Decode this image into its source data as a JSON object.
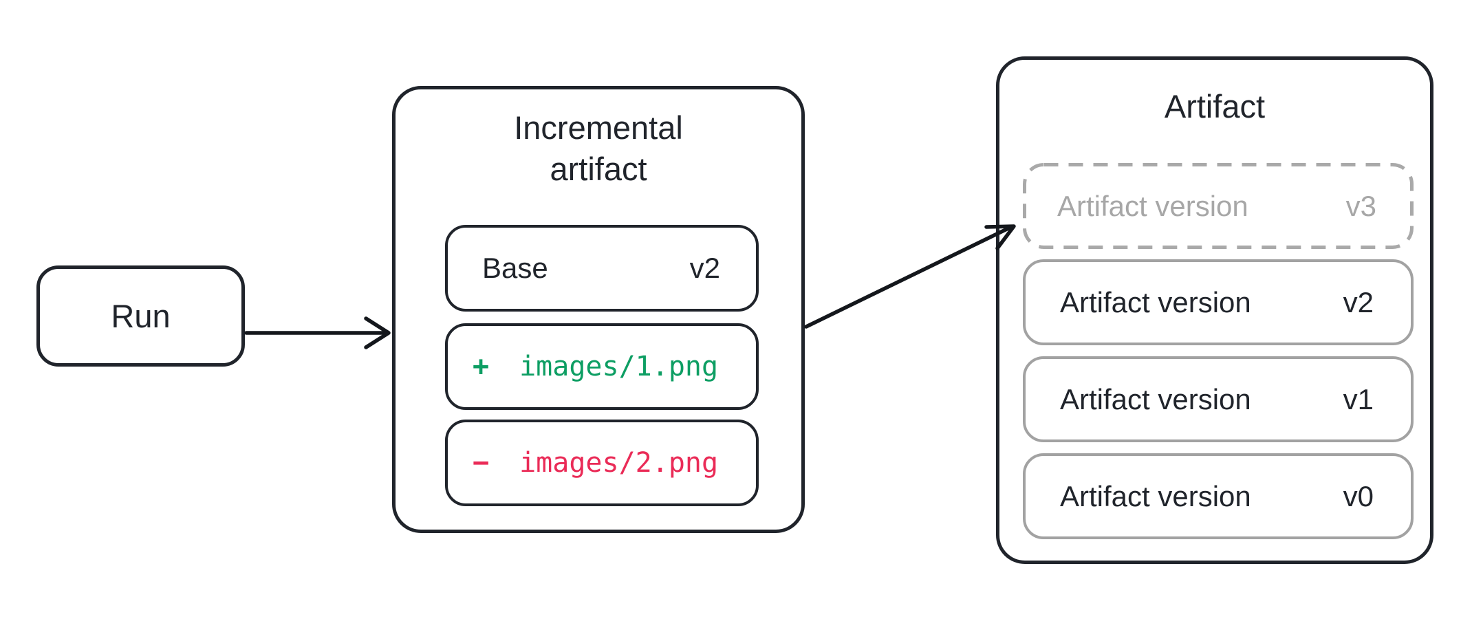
{
  "diagram": {
    "run": {
      "label": "Run"
    },
    "incremental": {
      "title_line1": "Incremental",
      "title_line2": "artifact",
      "base": {
        "label": "Base",
        "version": "v2"
      },
      "added": {
        "sign": "+",
        "path": "images/1.png"
      },
      "removed": {
        "sign": "−",
        "path": "images/2.png"
      }
    },
    "artifact": {
      "title": "Artifact",
      "versions": [
        {
          "label": "Artifact version",
          "version": "v3",
          "state": "pending-dashed"
        },
        {
          "label": "Artifact version",
          "version": "v2",
          "state": "committed"
        },
        {
          "label": "Artifact version",
          "version": "v1",
          "state": "committed"
        },
        {
          "label": "Artifact version",
          "version": "v0",
          "state": "committed"
        }
      ]
    },
    "colors": {
      "stroke_dark": "#20242b",
      "stroke_gray": "#a2a2a2",
      "muted_text": "#a7a7a7",
      "added_green": "#0d9e63",
      "removed_red": "#ea2b57",
      "background": "#ffffff"
    }
  }
}
